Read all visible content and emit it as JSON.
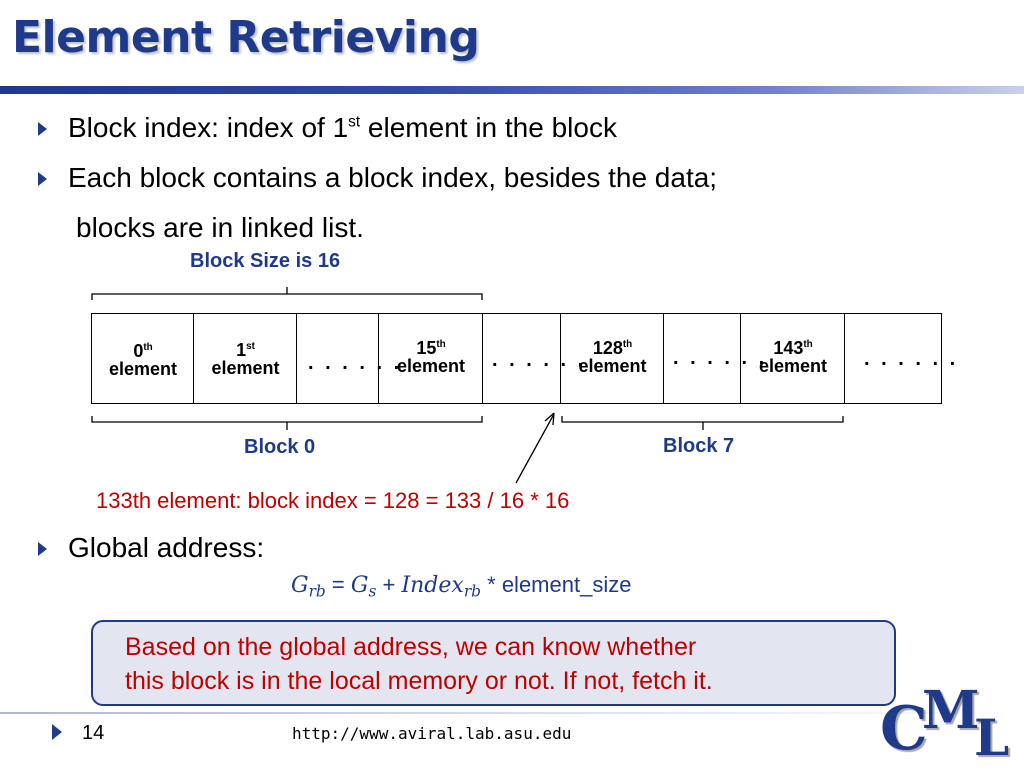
{
  "slide": {
    "title": "Element Retrieving",
    "bullets": [
      {
        "pre": "Block index: index of 1",
        "sup": "st",
        "post": " element in the block"
      },
      {
        "text": "Each block contains a block index, besides the data;"
      },
      {
        "text": "blocks are in linked list."
      }
    ],
    "global_bullet": "Global address:"
  },
  "diagram": {
    "block_size_label": "Block Size is 16",
    "cells": [
      {
        "num": "0",
        "sup": "th",
        "word": "element"
      },
      {
        "num": "1",
        "sup": "st",
        "word": "element"
      },
      {
        "num": "15",
        "sup": "th",
        "word": "element"
      },
      {
        "num": "128",
        "sup": "th",
        "word": "element"
      },
      {
        "num": "143",
        "sup": "th",
        "word": "element"
      }
    ],
    "dots": ". . . . . .",
    "block0_label": "Block 0",
    "block7_label": "Block 7",
    "annotation": "133th element: block index = 128 = 133 / 16 * 16"
  },
  "formula": {
    "g": "G",
    "rb": "rb",
    "eq": " = ",
    "s": "s",
    "plus": " + ",
    "index": "Index",
    "tail": " * element_size"
  },
  "note": {
    "line1": "Based on the global address, we can know whether",
    "line2": "this block is in the local memory or not. If not, fetch it."
  },
  "footer": {
    "page": "14",
    "url": "http://www.aviral.lab.asu.edu"
  },
  "logo": {
    "c": "C",
    "m": "M",
    "l": "L"
  },
  "colors": {
    "title": "#1f3a8a",
    "annotation": "#c00000",
    "note_bg": "#e3e6f0"
  }
}
